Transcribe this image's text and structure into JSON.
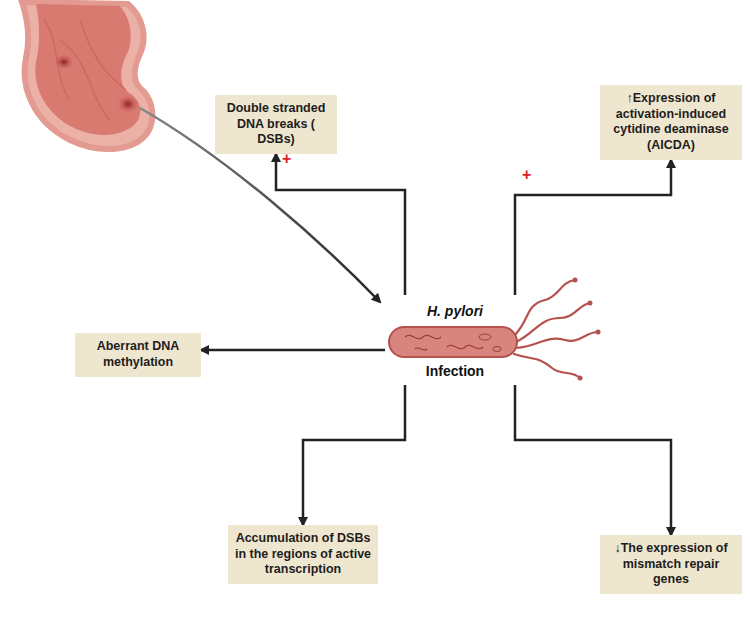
{
  "diagram": {
    "nodes": [
      {
        "text": [
          "Double stranded DNA breaks ( DSBs)"
        ]
      },
      {
        "text": [
          "↑Expression of activation-induced cytidine deaminase (AICDA)"
        ]
      },
      {
        "text": [
          "Aberrant DNA methylation"
        ]
      },
      {
        "text": [
          "H. pylori",
          "Infection"
        ]
      },
      {
        "text": [
          "Accumulation of DSBs in the regions of active transcription"
        ]
      },
      {
        "text": [
          "↓The expression of mismatch repair genes"
        ]
      }
    ],
    "edges": [
      {
        "from": 3,
        "to": 0,
        "arrow": "to"
      },
      {
        "from": 3,
        "to": 1,
        "arrow": "to"
      },
      {
        "from": 3,
        "to": 2,
        "arrow": "to"
      },
      {
        "from": 3,
        "to": 4,
        "arrow": "to"
      },
      {
        "from": 3,
        "to": 5,
        "arrow": "to"
      }
    ],
    "labels": [
      "+",
      "+"
    ]
  }
}
